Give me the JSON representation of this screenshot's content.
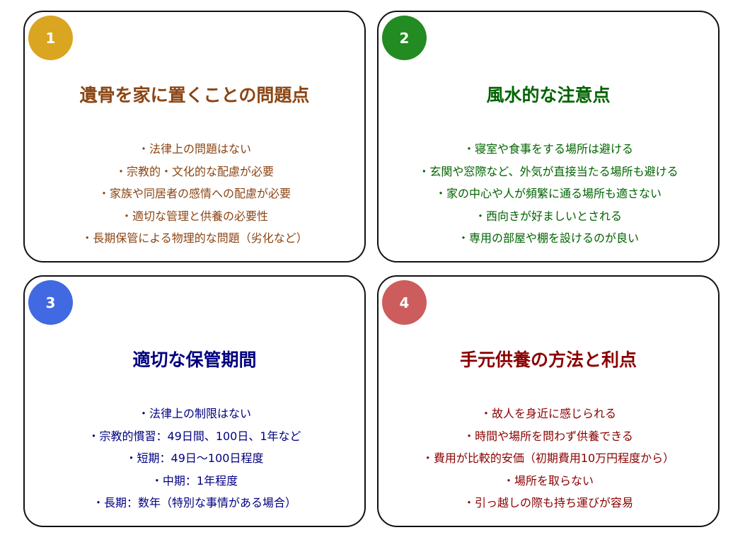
{
  "cards": [
    {
      "number": "1",
      "badge_color": "#DAA520",
      "text_color": "#8B4513",
      "title": "遺骨を家に置くことの問題点",
      "items": [
        "法律上の問題はない",
        "宗教的・文化的な配慮が必要",
        "家族や同居者の感情への配慮が必要",
        "適切な管理と供養の必要性",
        "長期保管による物理的な問題（劣化など）"
      ]
    },
    {
      "number": "2",
      "badge_color": "#228B22",
      "text_color": "#006400",
      "title": "風水的な注意点",
      "items": [
        "寝室や食事をする場所は避ける",
        "玄関や窓際など、外気が直接当たる場所も避ける",
        "家の中心や人が頻繁に通る場所も適さない",
        "西向きが好ましいとされる",
        "専用の部屋や棚を設けるのが良い"
      ]
    },
    {
      "number": "3",
      "badge_color": "#4169E1",
      "text_color": "#000080",
      "title": "適切な保管期間",
      "items": [
        "法律上の制限はない",
        "宗教的慣習：49日間、100日、1年など",
        "短期：49日～100日程度",
        "中期：1年程度",
        "長期：数年（特別な事情がある場合）"
      ]
    },
    {
      "number": "4",
      "badge_color": "#CD5C5C",
      "text_color": "#8B0000",
      "title": "手元供養の方法と利点",
      "items": [
        "故人を身近に感じられる",
        "時間や場所を問わず供養できる",
        "費用が比較的安価（初期費用10万円程度から）",
        "場所を取らない",
        "引っ越しの際も持ち運びが容易"
      ]
    }
  ]
}
